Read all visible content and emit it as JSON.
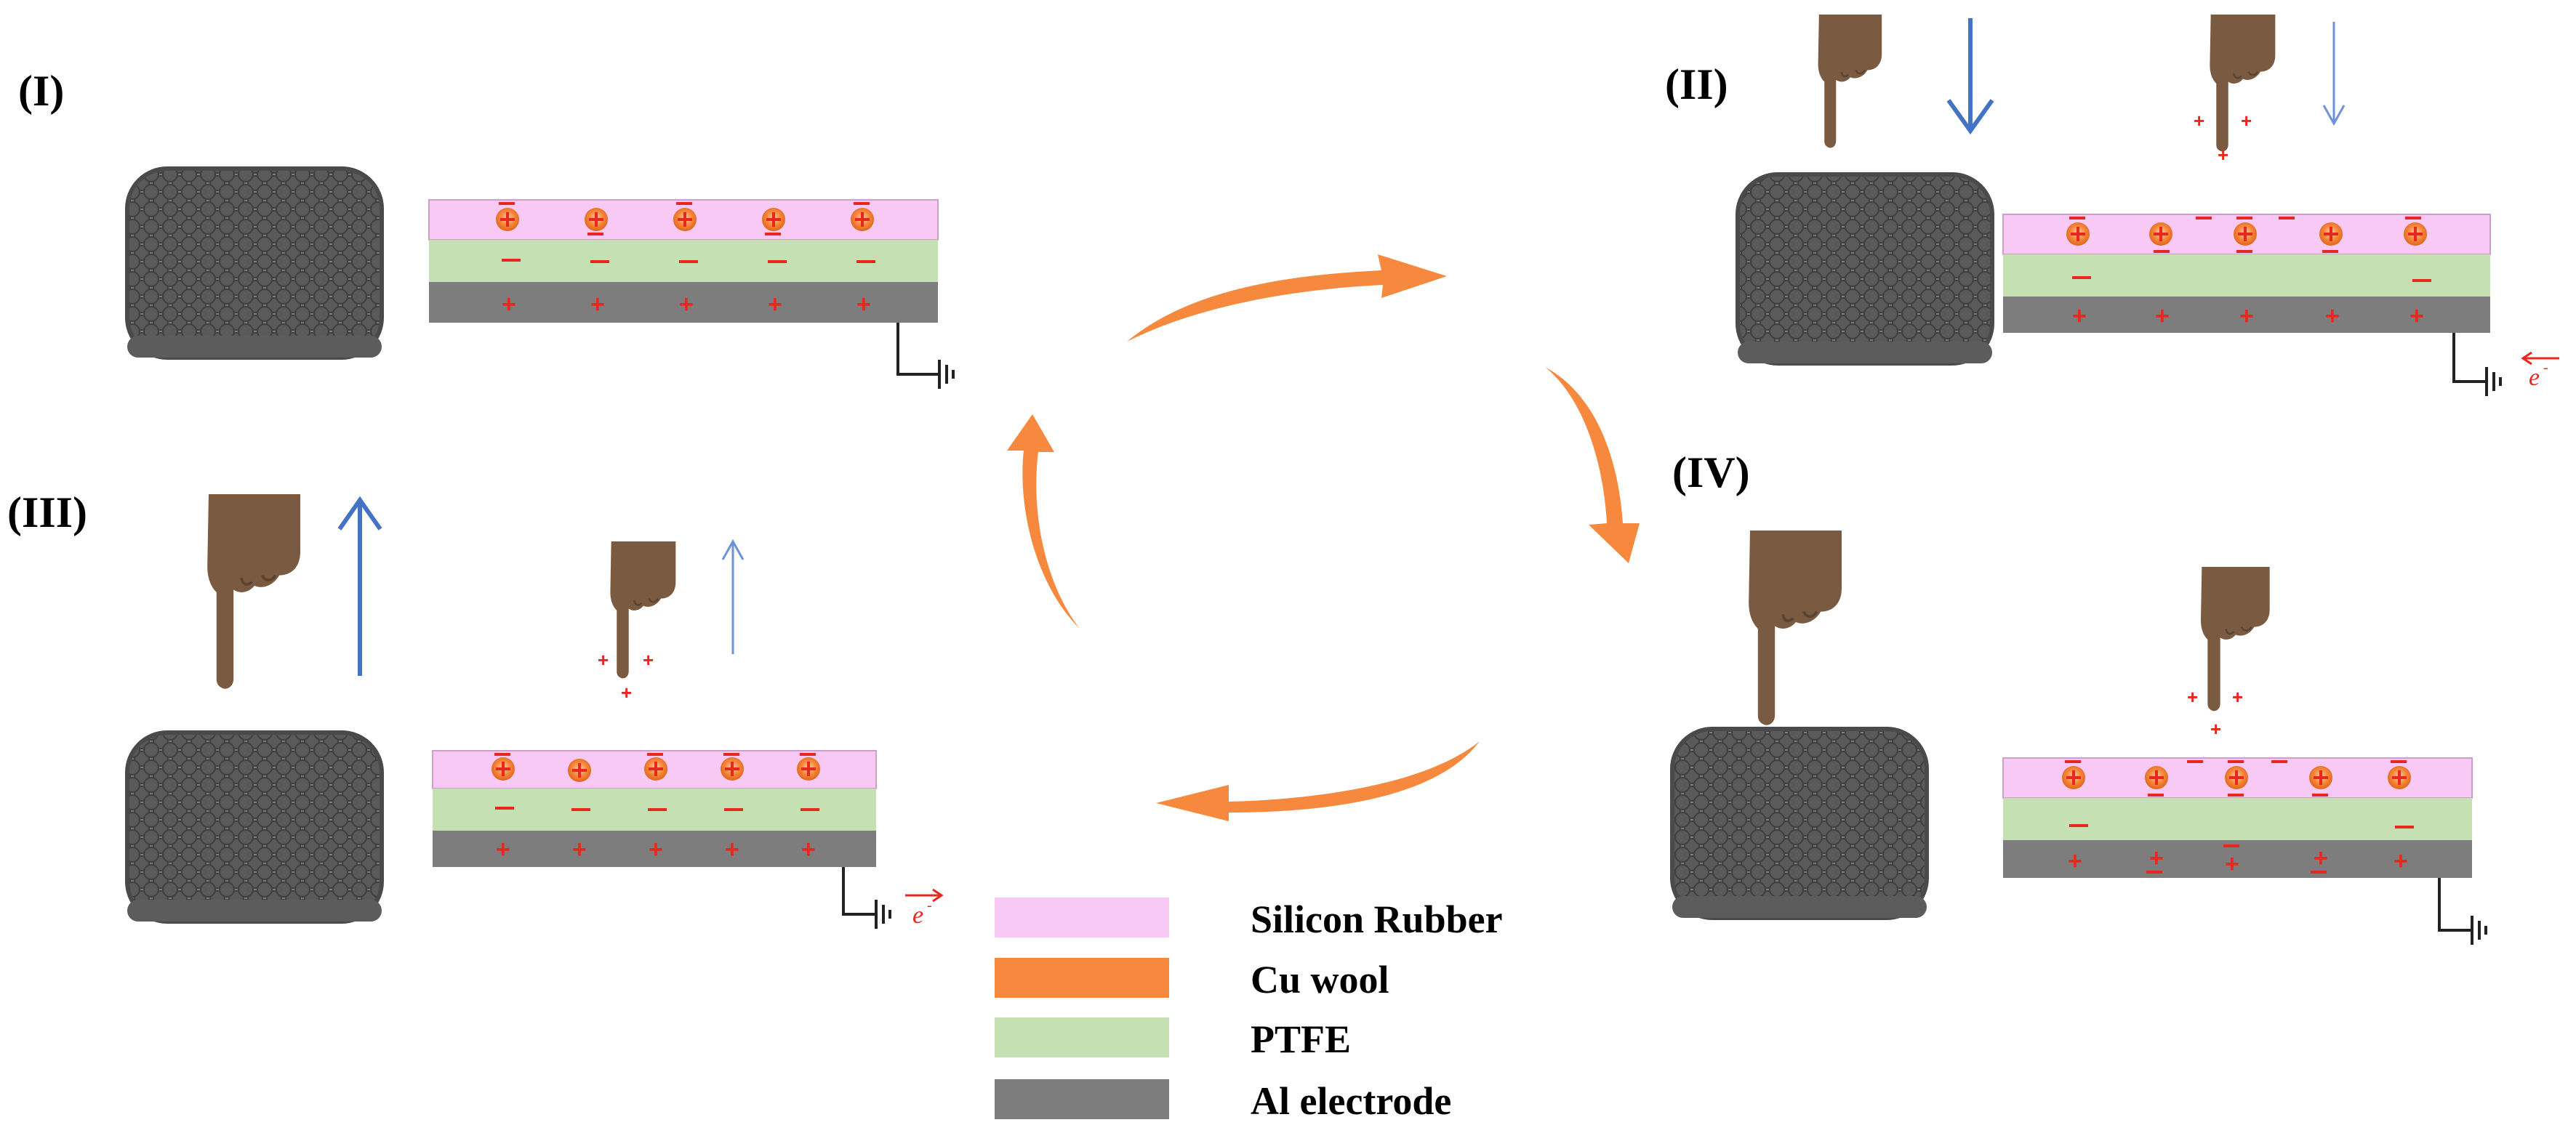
{
  "panels": [
    {
      "id": "I",
      "label": "(I)"
    },
    {
      "id": "II",
      "label": "(II)"
    },
    {
      "id": "III",
      "label": "(III)"
    },
    {
      "id": "IV",
      "label": "(IV)"
    }
  ],
  "legend": [
    {
      "label": "Silicon Rubber",
      "color": "#f9c9f5"
    },
    {
      "label": "Cu wool",
      "color": "#f7893e"
    },
    {
      "label": "PTFE",
      "color": "#c5e0b3"
    },
    {
      "label": "Al electrode",
      "color": "#7d7d7d"
    }
  ],
  "electron_label": "e",
  "colors": {
    "silicon_rubber": "#f9c9f5",
    "cu_wool": "#f7893e",
    "ptfe": "#c5e0b3",
    "al_electrode": "#7d7d7d",
    "finger": "#7a5a40",
    "motion_arrow": "#4472c4",
    "charge": "#e8281e",
    "pad": "#6f6f6f"
  },
  "icons": [
    "pointing-finger-icon",
    "ground-symbol-icon",
    "motion-arrow-icon",
    "cycle-arrow-icon",
    "mesh-pad-icon"
  ]
}
